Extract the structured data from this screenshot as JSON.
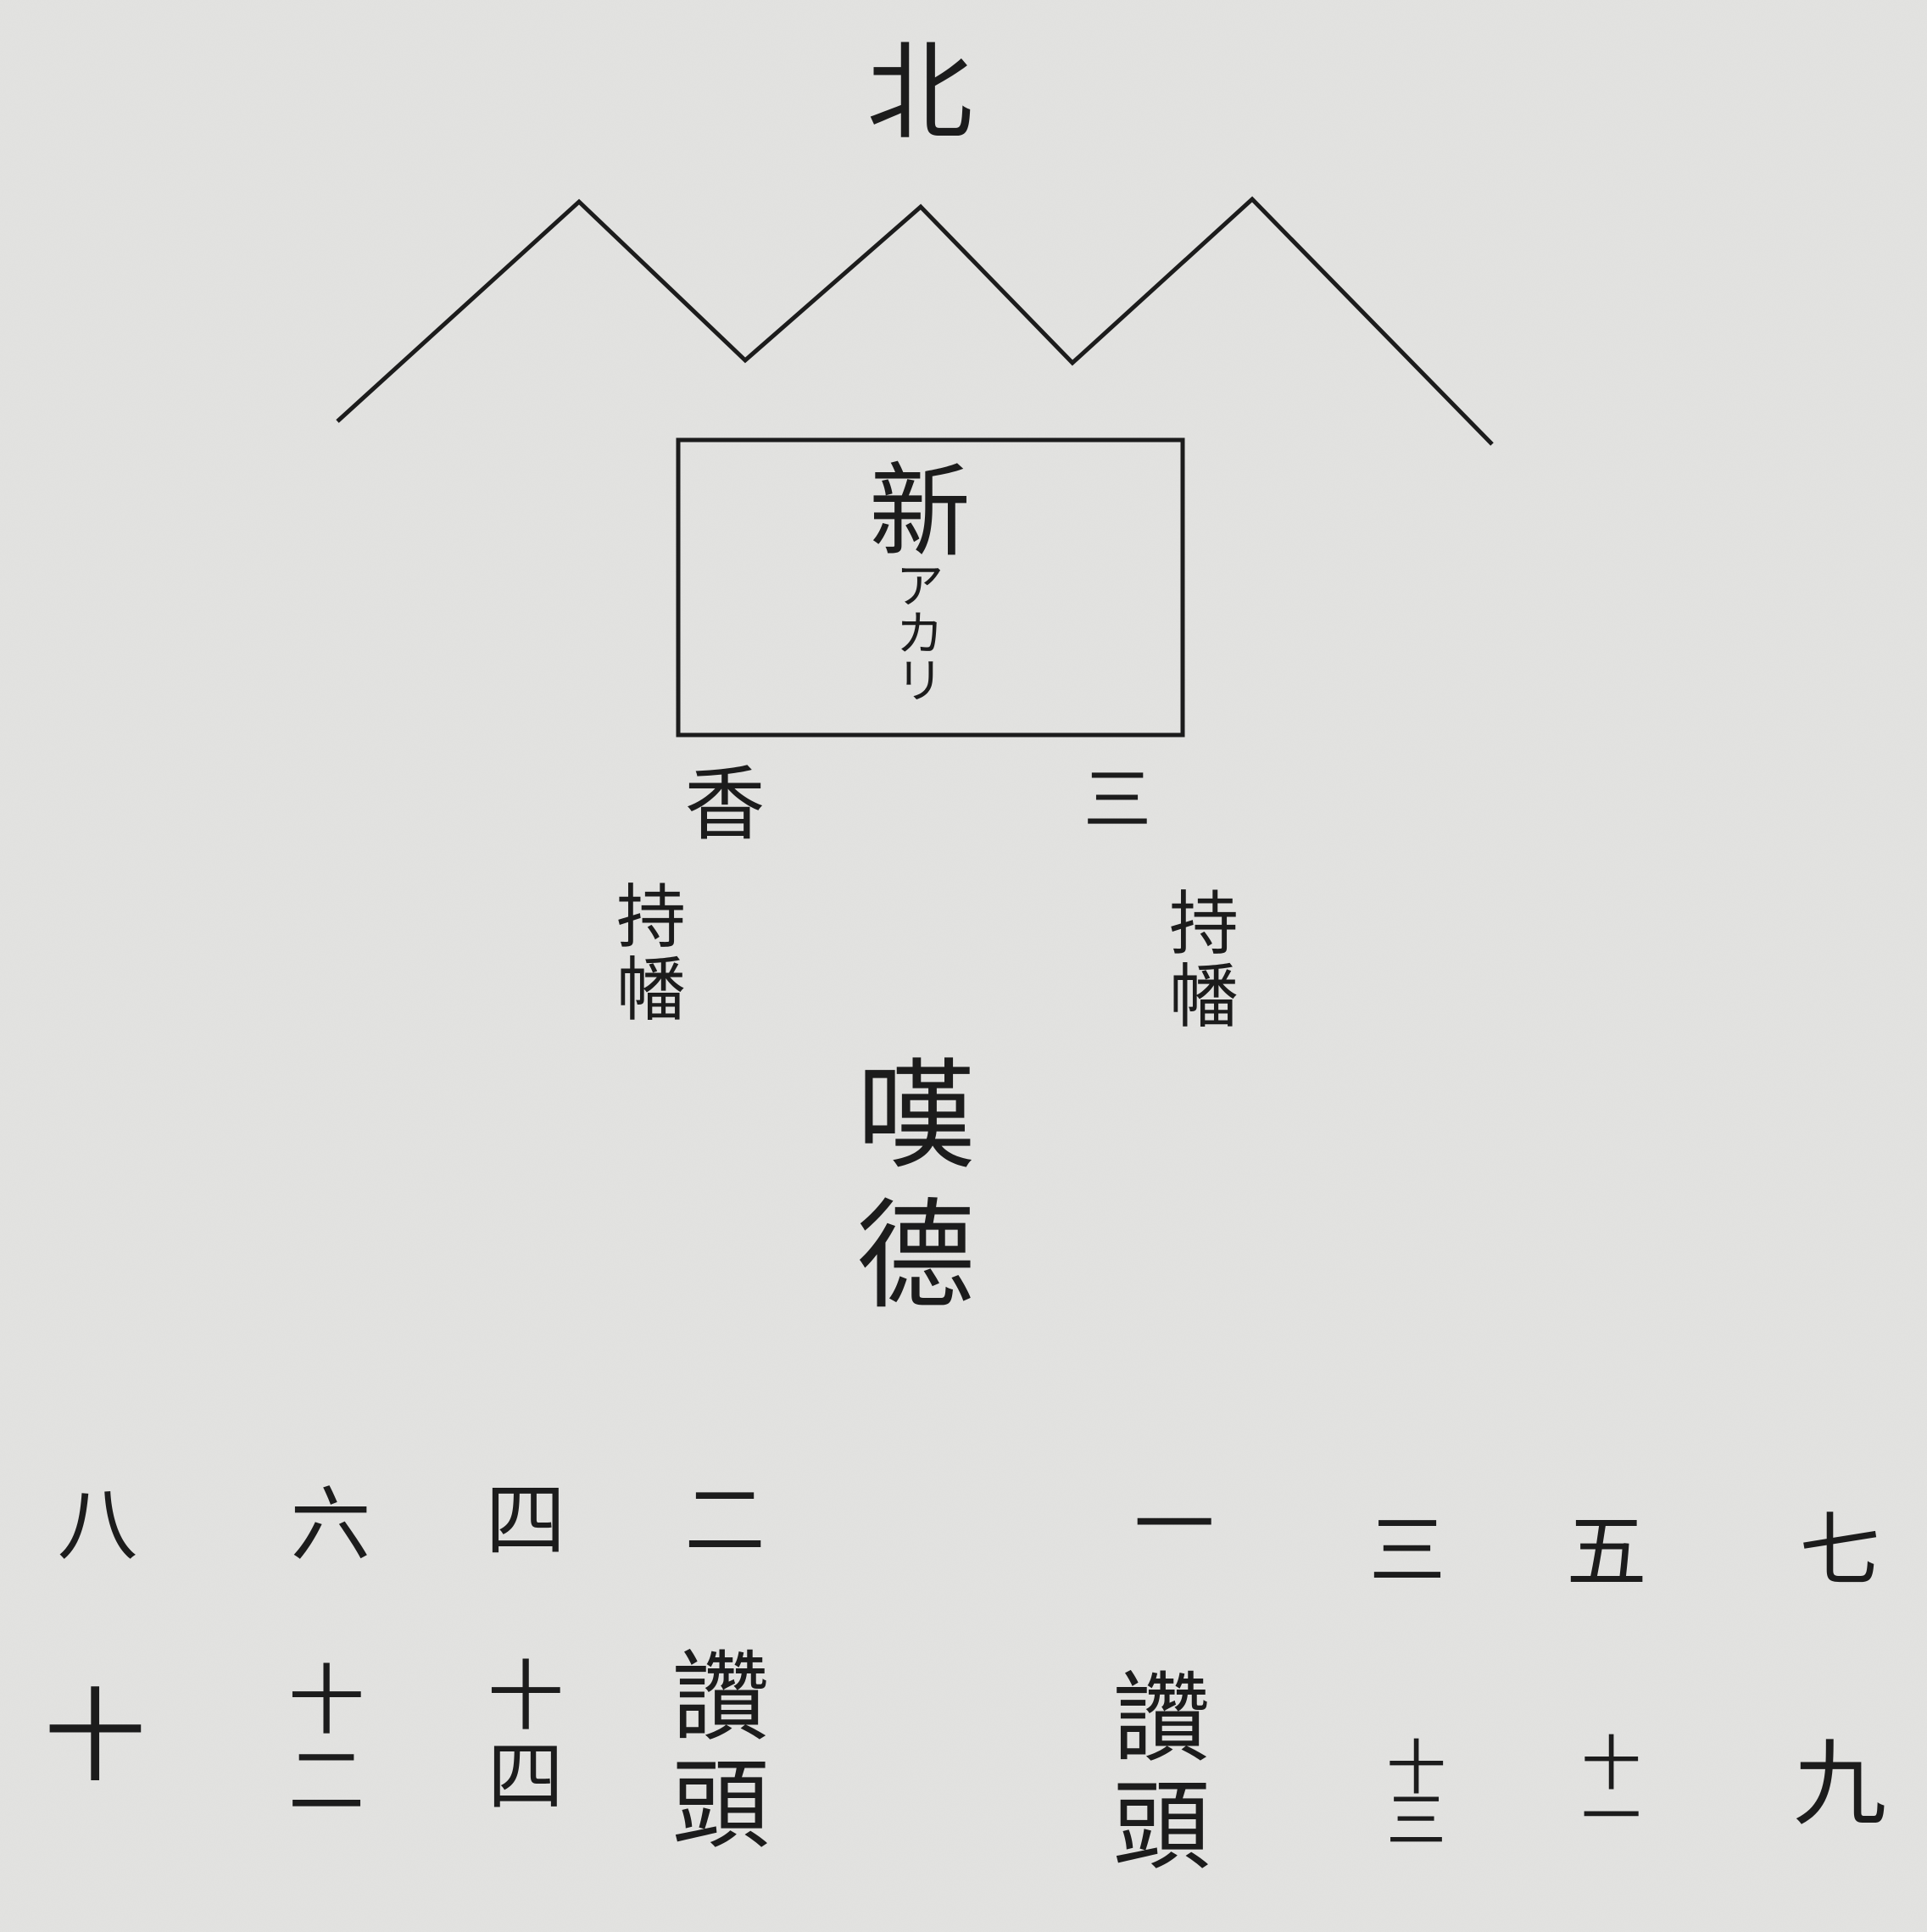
{
  "direction_label": "北",
  "altar": {
    "label_main": "新",
    "label_kana": [
      "ア",
      "カ",
      "リ"
    ]
  },
  "incense": "香",
  "three": "三",
  "banner_left": [
    "持",
    "幡"
  ],
  "banner_right": [
    "持",
    "幡"
  ],
  "praise": [
    "嘆",
    "德"
  ],
  "top_row": [
    "八",
    "六",
    "四",
    "二",
    "一",
    "三",
    "五",
    "七"
  ],
  "bottom_row": {
    "far_left": "十",
    "twelve": [
      "十",
      "二"
    ],
    "fourteen": [
      "十",
      "四"
    ],
    "lead_left": [
      "讚",
      "頭"
    ],
    "lead_right": [
      "讚",
      "頭"
    ],
    "thirteen": "十三",
    "eleven": "十一",
    "nine": "九"
  }
}
